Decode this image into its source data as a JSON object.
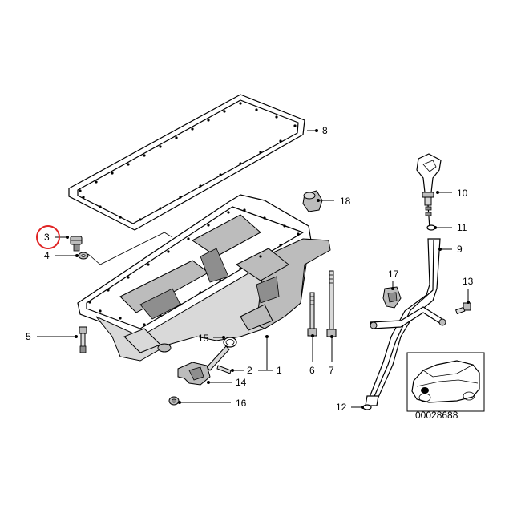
{
  "diagram": {
    "catalog_number": "00028688",
    "highlighted_callout": "3",
    "highlight_color": "#e02424",
    "callouts": [
      {
        "id": "c1",
        "label": "1"
      },
      {
        "id": "c2",
        "label": "2"
      },
      {
        "id": "c3",
        "label": "3"
      },
      {
        "id": "c4",
        "label": "4"
      },
      {
        "id": "c5",
        "label": "5"
      },
      {
        "id": "c6",
        "label": "6"
      },
      {
        "id": "c7",
        "label": "7"
      },
      {
        "id": "c8",
        "label": "8"
      },
      {
        "id": "c9",
        "label": "9"
      },
      {
        "id": "c10",
        "label": "10"
      },
      {
        "id": "c11",
        "label": "11"
      },
      {
        "id": "c12",
        "label": "12"
      },
      {
        "id": "c13",
        "label": "13"
      },
      {
        "id": "c14",
        "label": "14"
      },
      {
        "id": "c15",
        "label": "15"
      },
      {
        "id": "c16",
        "label": "16"
      },
      {
        "id": "c17",
        "label": "17"
      },
      {
        "id": "c18",
        "label": "18"
      }
    ]
  }
}
